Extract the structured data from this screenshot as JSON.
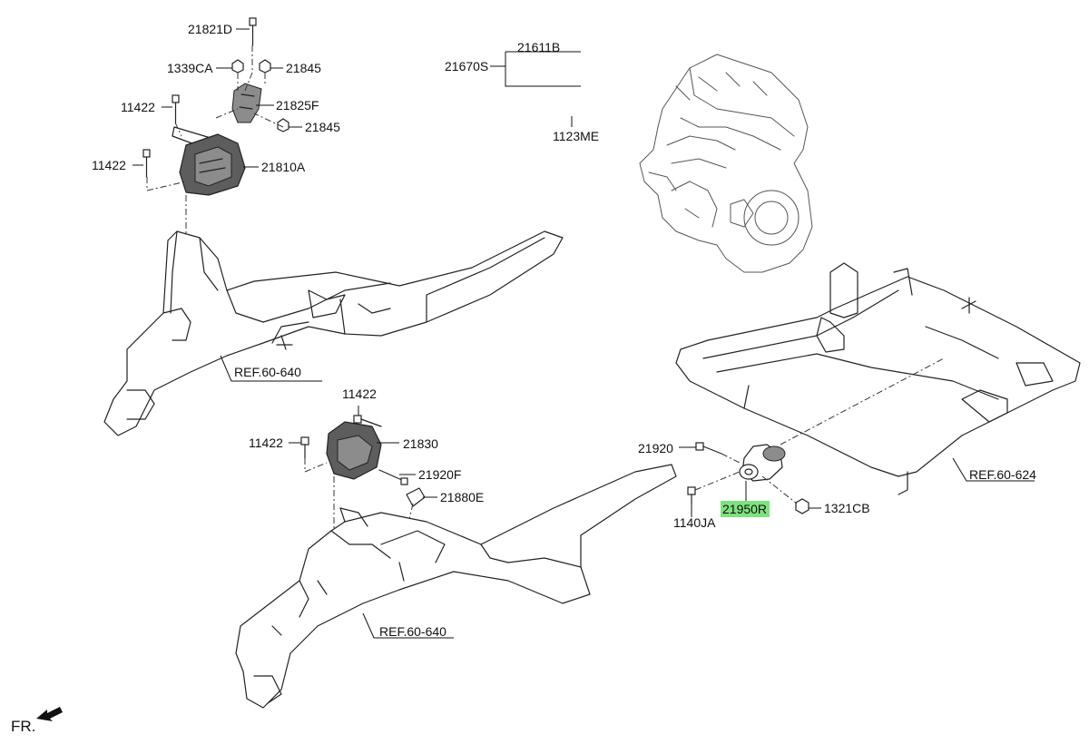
{
  "labels": {
    "p21821D": "21821D",
    "p1339CA": "1339CA",
    "p21845a": "21845",
    "p11422a": "11422",
    "p21825F": "21825F",
    "p21845b": "21845",
    "p11422b": "11422",
    "p21810A": "21810A",
    "p21670S": "21670S",
    "p21611B": "21611B",
    "p1123ME": "1123ME",
    "ref1": "REF.60-640",
    "p11422c": "11422",
    "p11422d": "11422",
    "p21830": "21830",
    "p21920F": "21920F",
    "p21880E": "21880E",
    "p21920": "21920",
    "p21950R": "21950R",
    "p1321CB": "1321CB",
    "p1140JA": "1140JA",
    "ref2": "REF.60-624",
    "ref3": "REF.60-640",
    "fr": "FR."
  },
  "highlight": {
    "part": "21950R",
    "color": "#7ee27e"
  }
}
